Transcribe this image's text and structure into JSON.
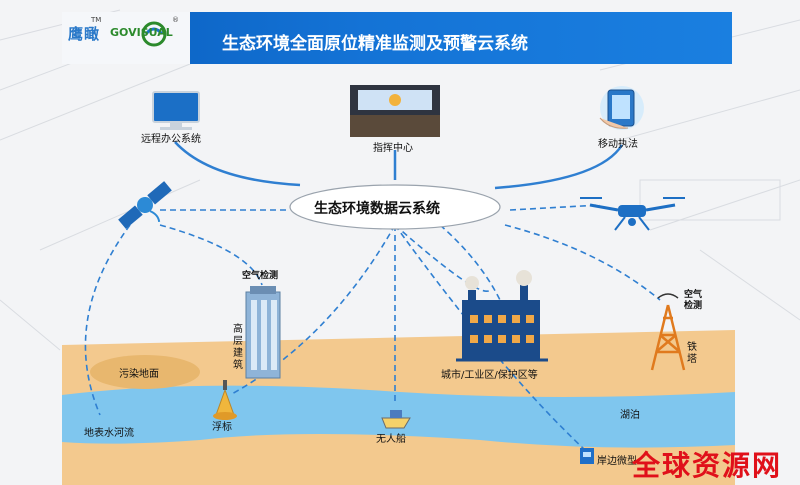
{
  "header": {
    "brand_cn": "鹰瞰",
    "brand_en": "GOVISUAL",
    "tm": "TM",
    "reg": "®",
    "title": "生态环境全面原位精准监测及预警云系统"
  },
  "center": {
    "cloud_label": "生态环境数据云系统"
  },
  "top_nodes": {
    "remote_office": "远程办公系统",
    "command_center": "指挥中心",
    "mobile_enforcement": "移动执法"
  },
  "field_nodes": {
    "air_monitor_building": "空气检测",
    "building_label_chars": [
      "高",
      "层",
      "建",
      "筑"
    ],
    "polluted_land": "污染地面",
    "city_zone": "城市/工业区/保护区等",
    "air_monitor_tower_chars": [
      "空气",
      "检测"
    ],
    "tower_label_chars": [
      "铁",
      "塔"
    ],
    "surface_water": "地表水河流",
    "buoy": "浮标",
    "unmanned_boat": "无人船",
    "lake": "湖泊",
    "shore_station": "岸边微型"
  },
  "watermark": "全球资源网",
  "icons": [
    "monitor-icon",
    "conference-photo-icon",
    "tablet-hand-icon",
    "satellite-icon",
    "drone-icon",
    "skyscraper-icon",
    "factory-icon",
    "tower-icon",
    "buoy-icon",
    "boat-icon",
    "station-icon",
    "cloud-icon"
  ]
}
